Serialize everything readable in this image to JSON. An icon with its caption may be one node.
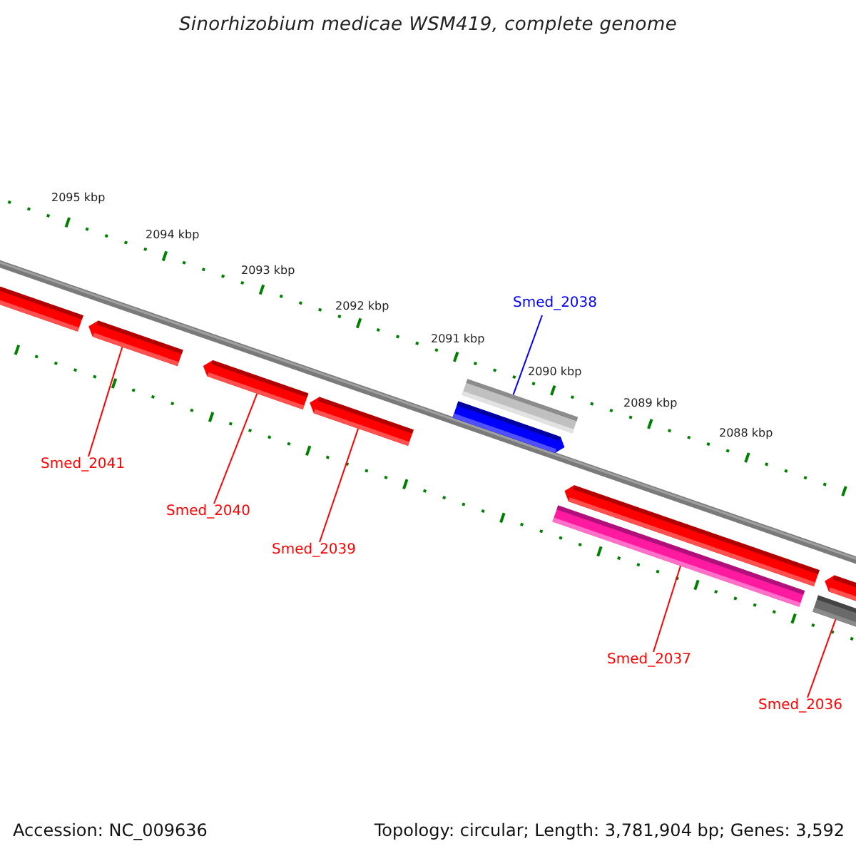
{
  "diagram": {
    "title": "Sinorhizobium medicae WSM419, complete genome",
    "nodes": [
      {
        "text": [
          "Smed_2038"
        ]
      },
      {
        "text": [
          "Smed_2041"
        ]
      },
      {
        "text": [
          "Smed_2040"
        ]
      },
      {
        "text": [
          "Smed_2039"
        ]
      },
      {
        "text": [
          "Smed_2037"
        ]
      },
      {
        "text": [
          "Smed_2036"
        ]
      },
      {
        "text": [],
        "shape": "arrow"
      },
      {
        "text": [],
        "shape": "arrow"
      },
      {
        "text": [],
        "shape": "arrow"
      },
      {
        "text": [],
        "shape": "arrow"
      },
      {
        "text": [],
        "shape": "arrow"
      },
      {
        "text": [],
        "shape": "bar"
      },
      {
        "text": [],
        "shape": "bar"
      },
      {
        "text": [],
        "shape": "arrow"
      },
      {
        "text": [],
        "shape": "bar"
      },
      {
        "text": [],
        "shape": "arrow"
      }
    ],
    "edges": [
      {
        "from": 0,
        "to": 11,
        "arrow": "none",
        "color": "#0000ff"
      },
      {
        "from": 1,
        "to": 7,
        "arrow": "none"
      },
      {
        "from": 2,
        "to": 8,
        "arrow": "none"
      },
      {
        "from": 3,
        "to": 9,
        "arrow": "none"
      },
      {
        "from": 4,
        "to": 12,
        "arrow": "none"
      },
      {
        "from": 5,
        "to": 14,
        "arrow": "none"
      }
    ],
    "labels": [
      "2095 kbp",
      "2094 kbp",
      "2093 kbp",
      "2092 kbp",
      "2091 kbp",
      "2090 kbp",
      "2089 kbp",
      "2088 kbp",
      "Accession: NC_009636",
      "Topology: circular; Length: 3,781,904 bp; Genes: 3,592"
    ]
  }
}
